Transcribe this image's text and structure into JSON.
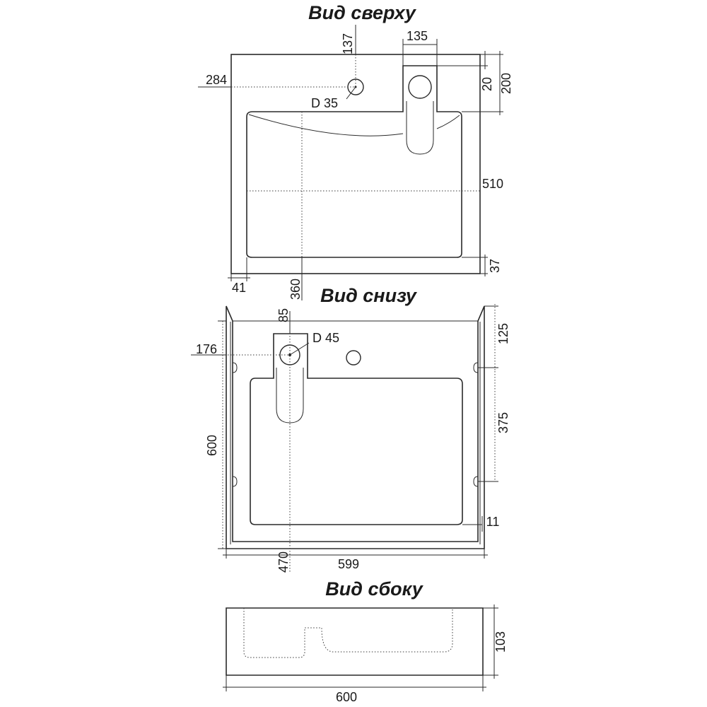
{
  "views": {
    "top": {
      "title": "Вид сверху",
      "dims": {
        "d137": "137",
        "d135": "135",
        "d284": "284",
        "d20": "20",
        "d200": "200",
        "d35": "D 35",
        "d510": "510",
        "d37": "37",
        "d41": "41",
        "d360": "360"
      }
    },
    "bottom": {
      "title": "Вид снизу",
      "dims": {
        "d85": "85",
        "d45": "D 45",
        "d125": "125",
        "d176": "176",
        "d375": "375",
        "d600": "600",
        "d11": "11",
        "d470": "470",
        "d599": "599"
      }
    },
    "side": {
      "title": "Вид сбоку",
      "dims": {
        "d103": "103",
        "d600": "600"
      }
    }
  }
}
